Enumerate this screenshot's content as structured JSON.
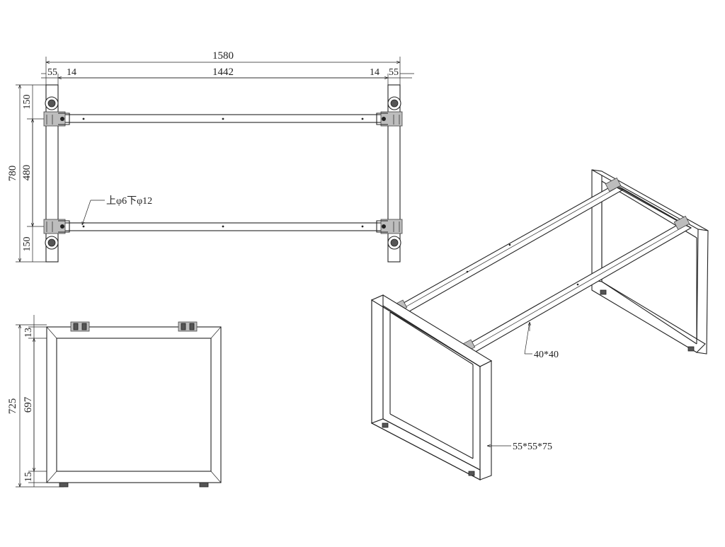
{
  "top_view": {
    "overall_length": "1580",
    "left_leg": "55",
    "left_gap": "14",
    "span": "1442",
    "right_gap": "14",
    "right_leg": "55",
    "overall_depth": "780",
    "front_offset": "150",
    "inner_depth": "480",
    "back_offset": "150",
    "hole_note": "上φ6下φ12"
  },
  "side_view": {
    "overall_height": "725",
    "top_plate": "13",
    "frame_height": "697",
    "foot_height": "15"
  },
  "iso_view": {
    "beam_section": "40*40",
    "leg_section": "55*55*75"
  }
}
